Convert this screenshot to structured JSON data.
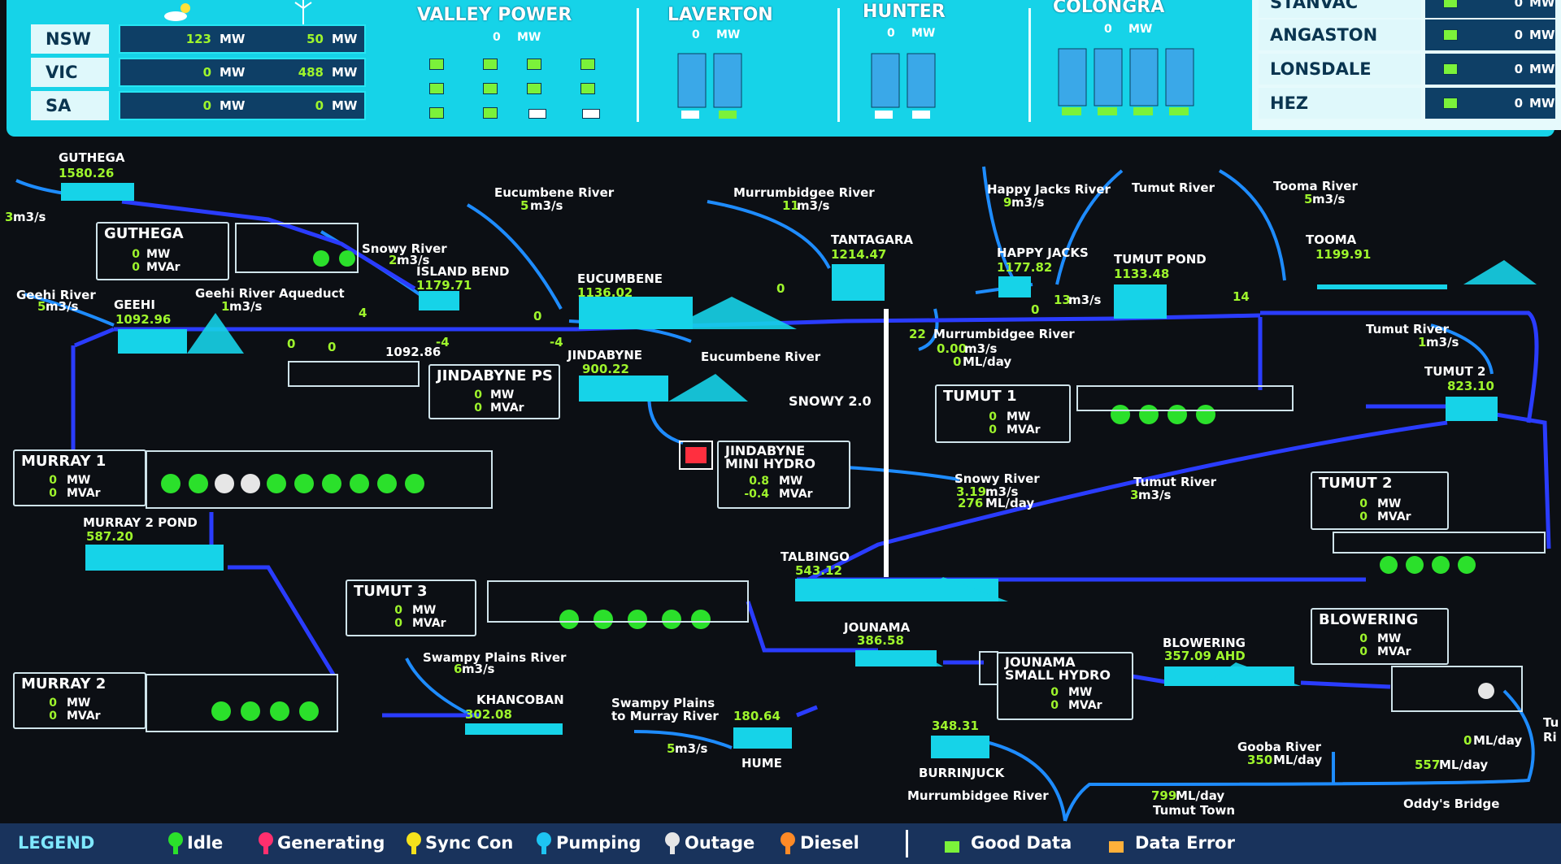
{
  "topbar": {
    "states": [
      {
        "name": "NSW",
        "solar": "123",
        "wind": "50",
        "unit": "MW"
      },
      {
        "name": "VIC",
        "solar": "0",
        "wind": "488",
        "unit": "MW"
      },
      {
        "name": "SA",
        "solar": "0",
        "wind": "0",
        "unit": "MW"
      }
    ],
    "icons": {
      "solar": "sun-cloud-icon",
      "wind": "wind-turbine-icon"
    },
    "plants": [
      {
        "name": "VALLEY POWER",
        "value": "0",
        "unit": "MW"
      },
      {
        "name": "LAVERTON",
        "value": "0",
        "unit": "MW"
      },
      {
        "name": "HUNTER",
        "value": "0",
        "unit": "MW"
      },
      {
        "name": "COLONGRA",
        "value": "0",
        "unit": "MW"
      }
    ],
    "right": [
      {
        "name": "STANVAC",
        "value": "0",
        "unit": "MW"
      },
      {
        "name": "ANGASTON",
        "value": "0",
        "unit": "MW"
      },
      {
        "name": "LONSDALE",
        "value": "0",
        "unit": "MW"
      },
      {
        "name": "HEZ",
        "value": "0",
        "unit": "MW"
      }
    ]
  },
  "storages": {
    "guthega": {
      "name": "GUTHEGA",
      "level": "1580.26"
    },
    "geehi": {
      "name": "GEEHI",
      "level": "1092.96"
    },
    "island_bend": {
      "name": "ISLAND BEND",
      "level": "1179.71"
    },
    "eucumbene": {
      "name": "EUCUMBENE",
      "level": "1136.02"
    },
    "jindabyne": {
      "name": "JINDABYNE",
      "level": "900.22"
    },
    "tantagara": {
      "name": "TANTAGARA",
      "level": "1214.47"
    },
    "happy_jacks": {
      "name": "HAPPY JACKS",
      "level": "1177.82"
    },
    "tumut_pond": {
      "name": "TUMUT POND",
      "level": "1133.48"
    },
    "tooma": {
      "name": "TOOMA",
      "level": "1199.91"
    },
    "tumut2": {
      "name": "TUMUT 2",
      "level": "823.10"
    },
    "murray2_pond": {
      "name": "MURRAY 2 POND",
      "level": "587.20"
    },
    "talbingo": {
      "name": "TALBINGO",
      "level": "543.12"
    },
    "jounama": {
      "name": "JOUNAMA",
      "level": "386.58"
    },
    "blowering": {
      "name": "BLOWERING",
      "level": "357.09 AHD"
    },
    "khancoban": {
      "name": "KHANCOBAN",
      "level": "302.08"
    },
    "hume": {
      "name": "HUME",
      "level": "180.64"
    },
    "burrinjuck": {
      "name": "BURRINJUCK",
      "level": "348.31"
    },
    "aqueduct_level": "1092.86"
  },
  "rivers": {
    "eucumbene": {
      "name": "Eucumbene River",
      "value": "5",
      "unit": "m3/s"
    },
    "murrumbidgee_top": {
      "name": "Murrumbidgee River",
      "value": "11",
      "unit": "m3/s"
    },
    "happy_jacks": {
      "name": "Happy Jacks River",
      "value": "9",
      "unit": "m3/s"
    },
    "tumut_top": {
      "name": "Tumut River"
    },
    "tooma": {
      "name": "Tooma River",
      "value": "5",
      "unit": "m3/s"
    },
    "snowy": {
      "name": "Snowy River",
      "value": "2",
      "unit": "m3/s"
    },
    "geehi": {
      "name": "Geehi River",
      "value": "5",
      "unit": "m3/s"
    },
    "geehi_aqueduct": {
      "name": "Geehi River Aqueduct",
      "value": "1",
      "unit": "m3/s"
    },
    "guthega_out": {
      "value": "3",
      "unit": "m3/s"
    },
    "eucumbene_low": {
      "name": "Eucumbene River"
    },
    "murrumbidgee_mid": {
      "name": "Murrumbidgee River",
      "value1": "0.00",
      "unit1": "m3/s",
      "value2": "0",
      "unit2": "ML/day"
    },
    "tumut_mid": {
      "name": "Tumut River",
      "value": "1",
      "unit": "m3/s"
    },
    "snowy_low": {
      "name": "Snowy River",
      "value1": "3.19",
      "unit1": "m3/s",
      "value2": "276",
      "unit2": "ML/day"
    },
    "tumut_low": {
      "name": "Tumut River",
      "value": "3",
      "unit": "m3/s"
    },
    "swampy": {
      "name": "Swampy Plains River",
      "value": "6",
      "unit": "m3/s"
    },
    "swampy_murray": {
      "name": "Swampy Plains",
      "name2": "to Murray River",
      "value": "5",
      "unit": "m3/s"
    },
    "gooba": {
      "name": "Gooba River",
      "value": "350",
      "unit": "ML/day"
    },
    "right_a": {
      "value": "0",
      "unit": "ML/day"
    },
    "right_b": {
      "value": "557",
      "unit": "ML/day"
    },
    "tumut_town": {
      "value": "799",
      "unit": "ML/day",
      "name": "Tumut Town"
    },
    "oddys": {
      "name": "Oddy's Bridge"
    },
    "murrumbidgee_low": {
      "name": "Murrumbidgee River"
    },
    "flows": {
      "f4": "4",
      "f0a": "0",
      "f0b": "0",
      "f0c": "0",
      "fm4a": "-4",
      "fm4b": "-4",
      "f0d": "0",
      "f0e": "0",
      "f22": "22",
      "f13": "13",
      "f13u": "m3/s",
      "f14": "14"
    },
    "snowy20": "SNOWY 2.0",
    "tu": "Tu",
    "ri": "Ri"
  },
  "stations": {
    "guthega": {
      "name": "GUTHEGA",
      "mw": "0",
      "mvar": "0"
    },
    "jindabyne_ps": {
      "name": "JINDABYNE PS",
      "mw": "0",
      "mvar": "0"
    },
    "murray1": {
      "name": "MURRAY 1",
      "mw": "0",
      "mvar": "0"
    },
    "tumut1": {
      "name": "TUMUT 1",
      "mw": "0",
      "mvar": "0"
    },
    "jindabyne_mini": {
      "name": "JINDABYNE",
      "name2": "MINI HYDRO",
      "mw": "0.8",
      "mvar": "-0.4"
    },
    "tumut2": {
      "name": "TUMUT 2",
      "mw": "0",
      "mvar": "0"
    },
    "tumut3": {
      "name": "TUMUT 3",
      "mw": "0",
      "mvar": "0"
    },
    "blowering": {
      "name": "BLOWERING",
      "mw": "0",
      "mvar": "0"
    },
    "jounama_small": {
      "name": "JOUNAMA",
      "name2": "SMALL HYDRO",
      "mw": "0",
      "mvar": "0"
    },
    "murray2": {
      "name": "MURRAY 2",
      "mw": "0",
      "mvar": "0"
    },
    "mw": "MW",
    "mvar": "MVAr"
  },
  "legend": {
    "title": "LEGEND",
    "items": [
      {
        "label": "Idle",
        "color": "#2be02b"
      },
      {
        "label": "Generating",
        "color": "#ff2f6e"
      },
      {
        "label": "Sync Con",
        "color": "#f5e21c"
      },
      {
        "label": "Pumping",
        "color": "#1ec4f2"
      },
      {
        "label": "Outage",
        "color": "#e6e6e6"
      },
      {
        "label": "Diesel",
        "color": "#ff8a26"
      }
    ],
    "good": "Good Data",
    "good_color": "#7bf23a",
    "error": "Data Error",
    "error_color": "#ffb03a"
  },
  "colors": {
    "accent": "#16d3e8",
    "river": "#1e8cff",
    "canal": "#2a3cff",
    "idle": "#2be02b",
    "value": "#9ef52c"
  }
}
